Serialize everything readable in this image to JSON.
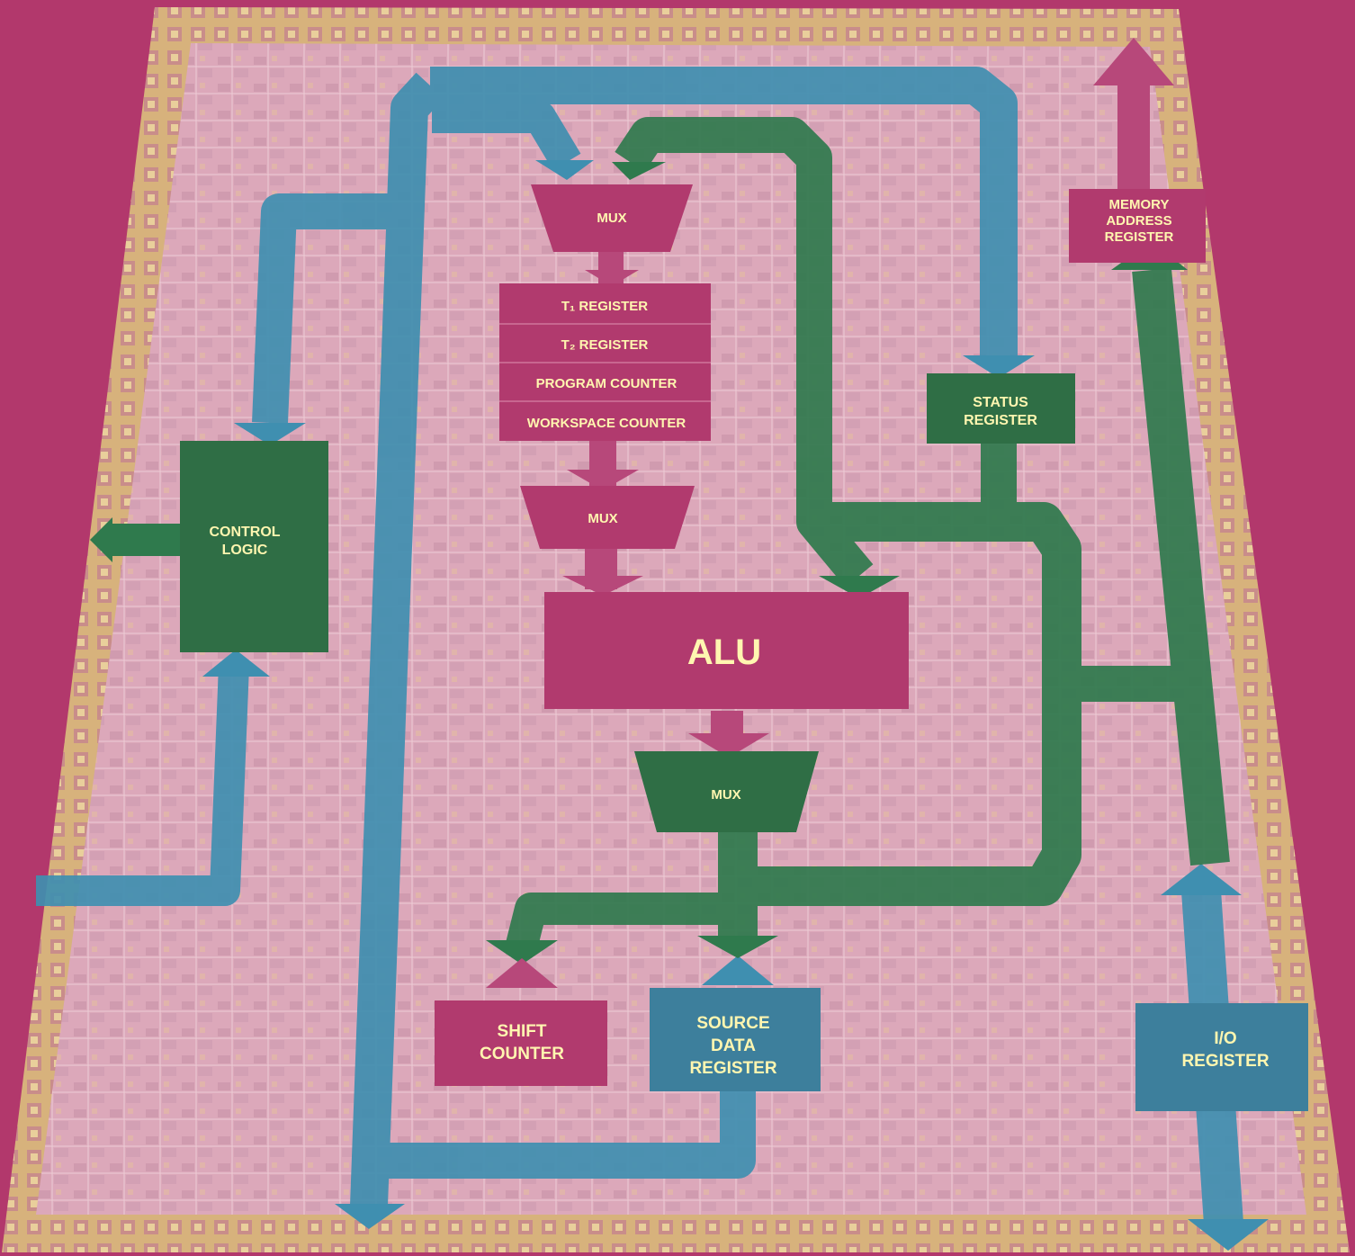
{
  "colors": {
    "background": "#b2386c",
    "die": "#d9a6b8",
    "die_edge": "#e9d9a0",
    "block_magenta": "#b13a6e",
    "block_green": "#2f6e45",
    "block_blue": "#3d7f9c",
    "bus_blue": "#3f8fb0",
    "bus_green": "#2f7a4d",
    "bus_magenta": "#b7487a",
    "label": "#fff6b0"
  },
  "blocks": {
    "mux_top": "MUX",
    "t1_register": "T₁ REGISTER",
    "t2_register": "T₂ REGISTER",
    "program_counter": "PROGRAM COUNTER",
    "workspace_counter": "WORKSPACE COUNTER",
    "mux_mid": "MUX",
    "alu": "ALU",
    "mux_bottom": "MUX",
    "control_logic": [
      "CONTROL",
      "LOGIC"
    ],
    "status_register": [
      "STATUS",
      "REGISTER"
    ],
    "memory_address_register": [
      "MEMORY",
      "ADDRESS",
      "REGISTER"
    ],
    "shift_counter": [
      "SHIFT",
      "COUNTER"
    ],
    "source_data_register": [
      "SOURCE",
      "DATA",
      "REGISTER"
    ],
    "io_register": [
      "I/O",
      "REGISTER"
    ]
  }
}
